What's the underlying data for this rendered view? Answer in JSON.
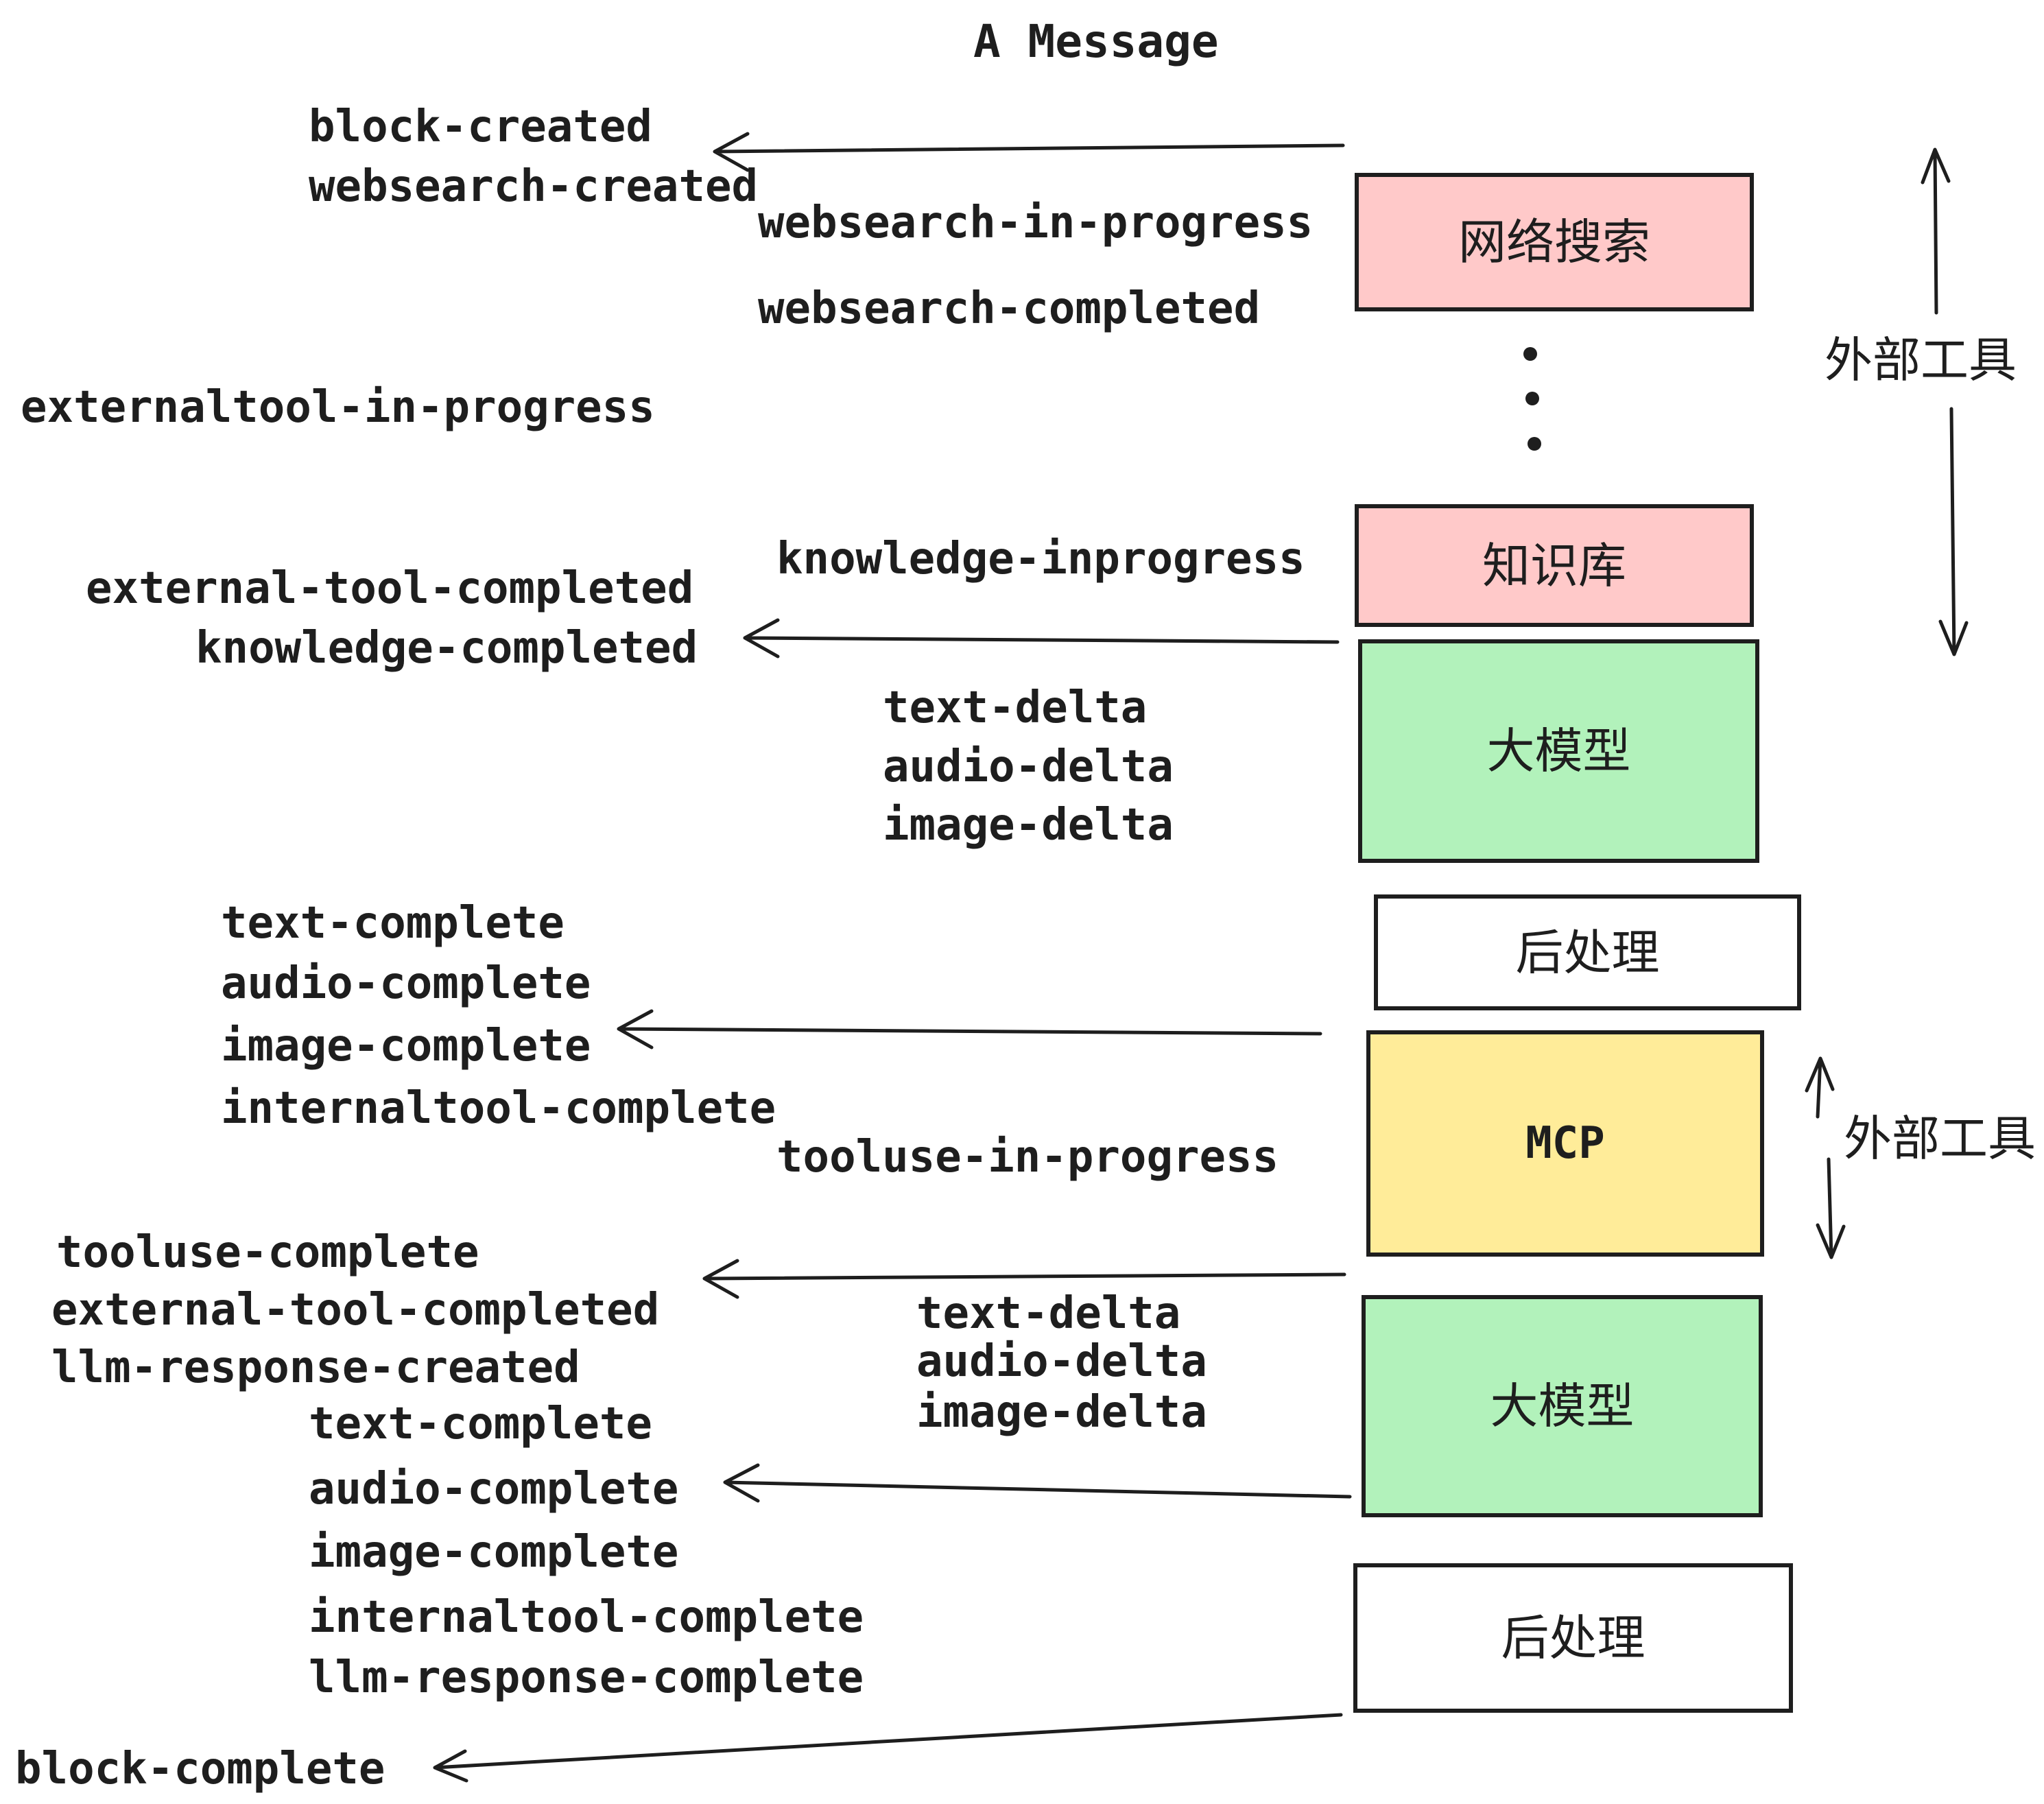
{
  "title": "A Message",
  "colors": {
    "stroke": "#1e1e1e",
    "external_tool_fill": "#ffc9c9",
    "llm_fill": "#b2f2bb",
    "mcp_fill": "#ffec99",
    "post_fill": "#ffffff",
    "background": "#ffffff"
  },
  "boxes": {
    "websearch": {
      "label": "网络搜索"
    },
    "knowledge": {
      "label": "知识库"
    },
    "llm1": {
      "label": "大模型"
    },
    "post1": {
      "label": "后处理"
    },
    "mcp": {
      "label": "MCP"
    },
    "llm2": {
      "label": "大模型"
    },
    "post2": {
      "label": "后处理"
    }
  },
  "side_labels": {
    "external_tools_top": "外部工具",
    "external_tools_mid": "外部工具"
  },
  "events": {
    "block_created": "block-created",
    "websearch_created": "websearch-created",
    "websearch_in_progress": "websearch-in-progress",
    "websearch_completed": "websearch-completed",
    "externaltool_in_progress": "externaltool-in-progress",
    "external_tool_completed": "external-tool-completed",
    "knowledge_completed": "knowledge-completed",
    "knowledge_inprogress": "knowledge-inprogress",
    "text_delta": "text-delta",
    "audio_delta": "audio-delta",
    "image_delta": "image-delta",
    "text_complete": "text-complete",
    "audio_complete": "audio-complete",
    "image_complete": "image-complete",
    "internaltool_complete": "internaltool-complete",
    "tooluse_in_progress": "tooluse-in-progress",
    "tooluse_complete": "tooluse-complete",
    "external_tool_completed_2": "external-tool-completed",
    "llm_response_created": "llm-response-created",
    "text_complete_2": "text-complete",
    "audio_complete_2": "audio-complete",
    "image_complete_2": "image-complete",
    "internaltool_complete_2": "internaltool-complete",
    "llm_response_complete": "llm-response-complete",
    "block_complete": "block-complete"
  }
}
